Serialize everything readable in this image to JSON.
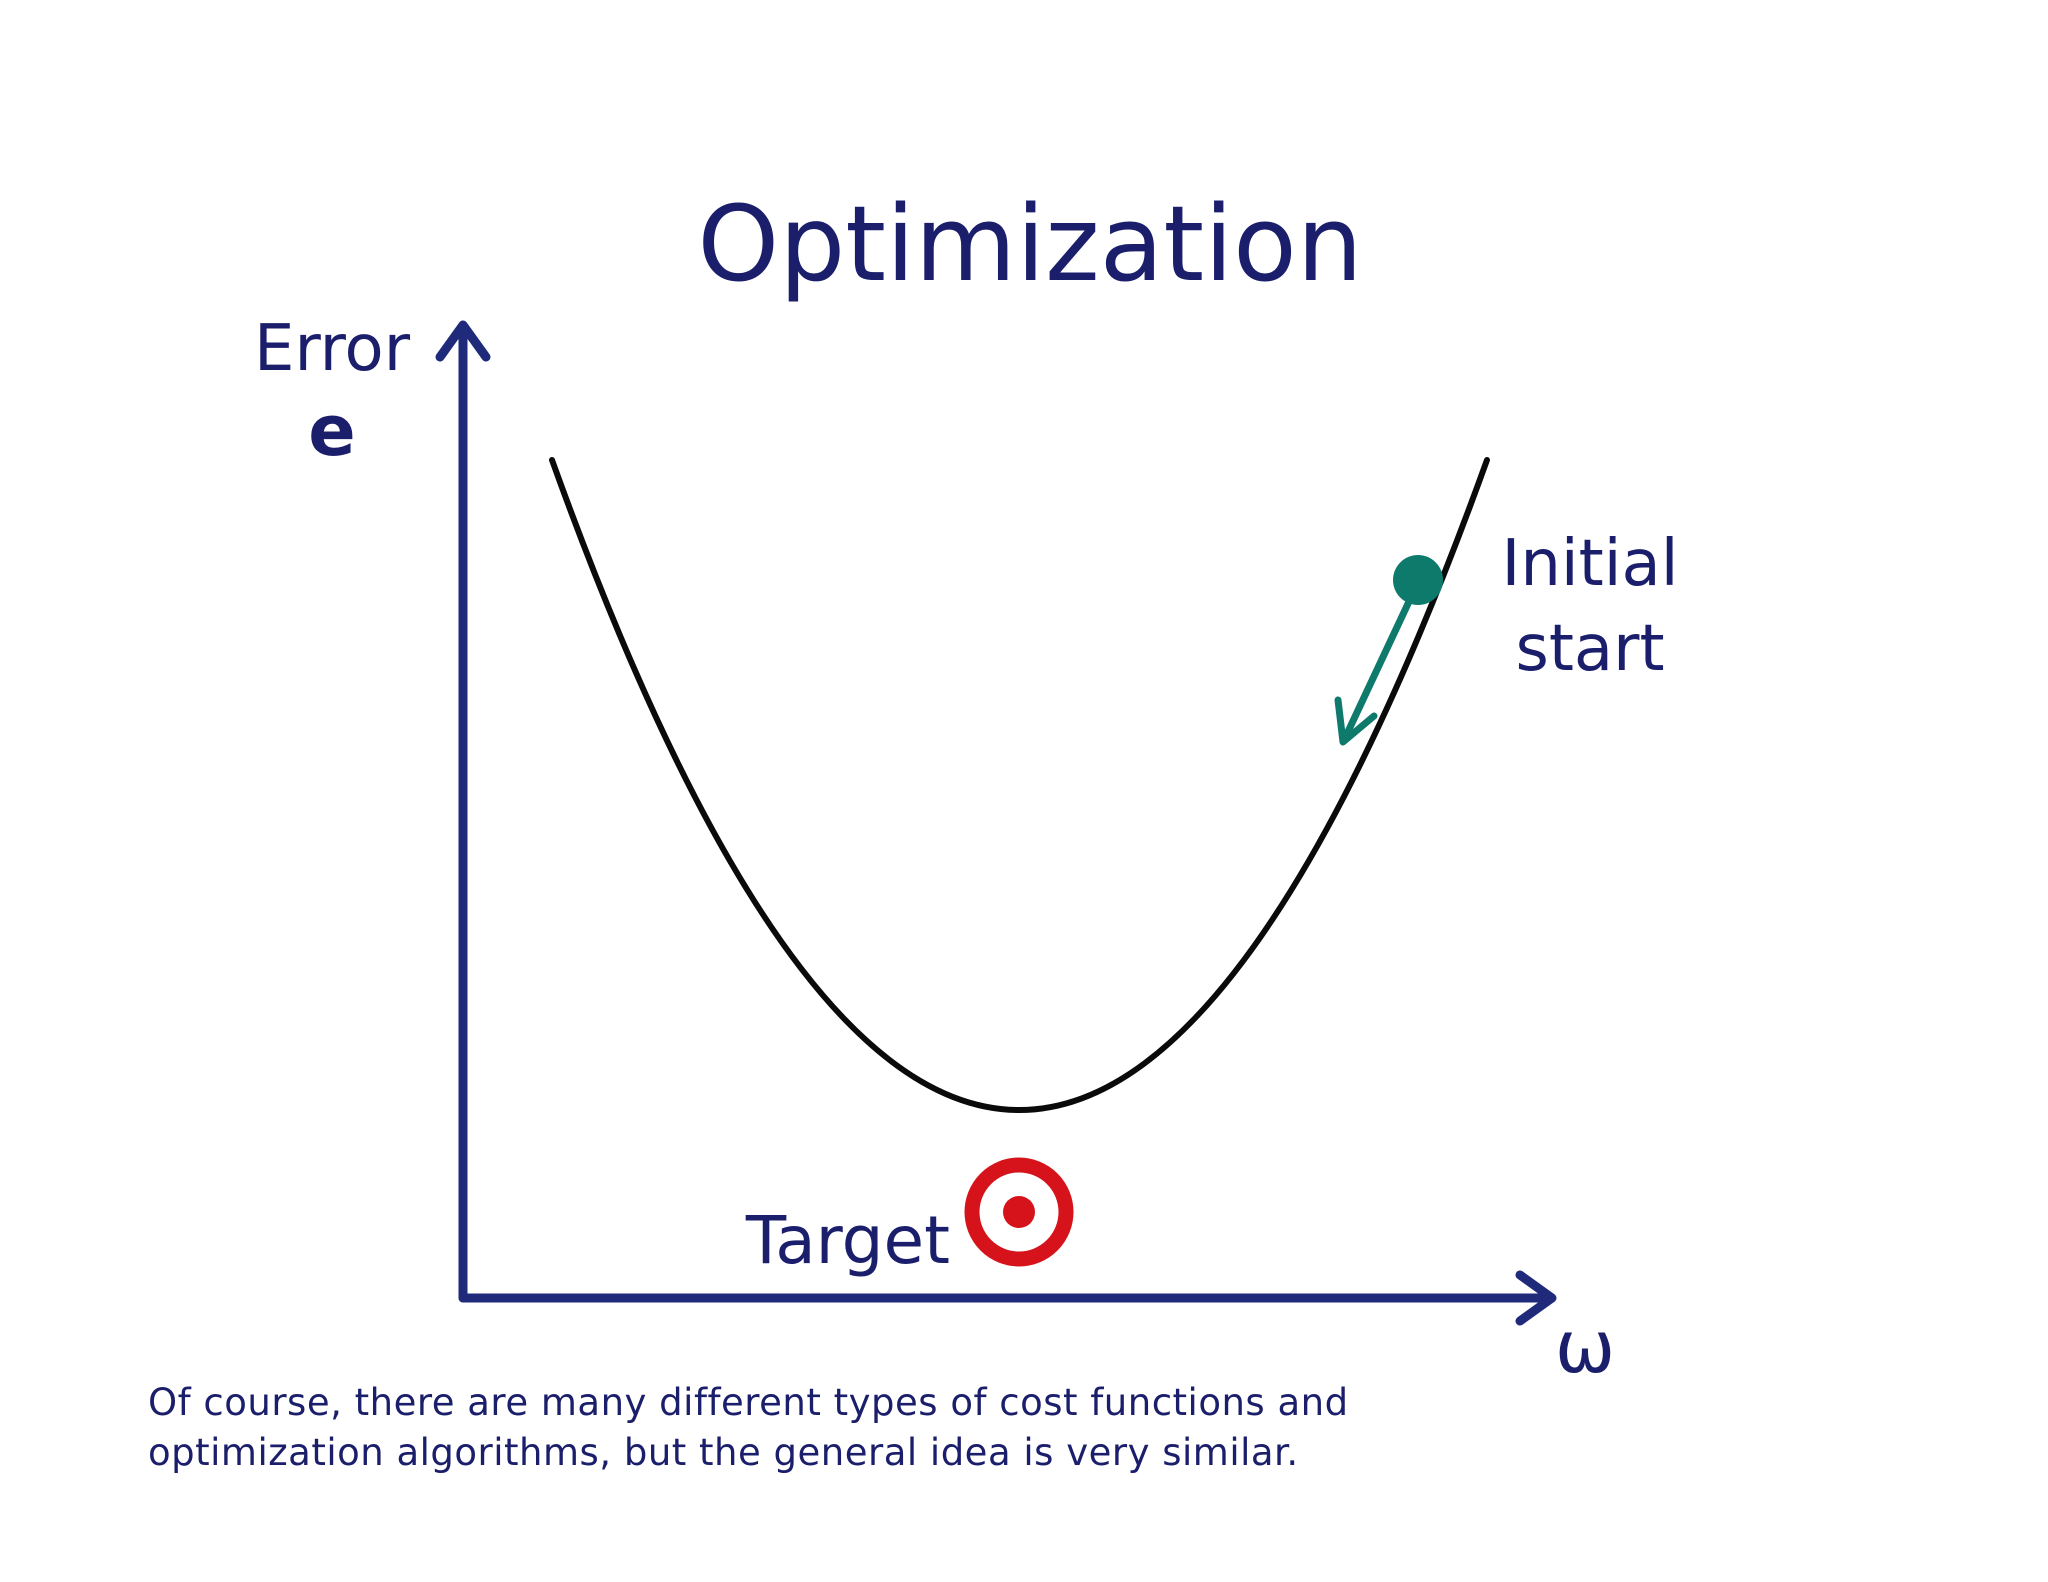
{
  "title": "Optimization",
  "y_axis": {
    "label_line1": "Error",
    "label_line2": "e"
  },
  "x_axis": {
    "label": "ω"
  },
  "annotations": {
    "start_line1": "Initial",
    "start_line2": "start",
    "target": "Target"
  },
  "caption": {
    "line1": "Of course, there are many different types of cost functions and",
    "line2": "optimization algorithms, but the general idea is very similar."
  },
  "colors": {
    "axis": "#1f2a7a",
    "text": "#1b1f6b",
    "curve": "#0a0a0a",
    "start_point": "#0d7a6c",
    "target": "#d6121b"
  }
}
